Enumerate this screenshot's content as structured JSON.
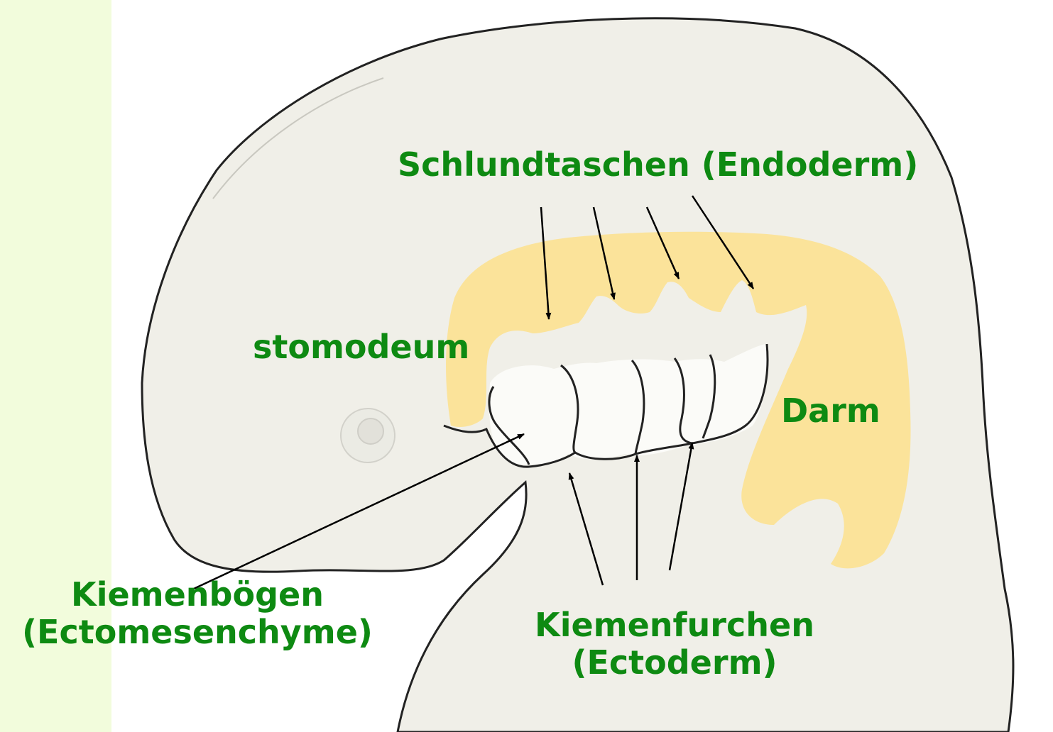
{
  "labels": {
    "schlundtaschen": "Schlundtaschen (Endoderm)",
    "stomodeum": "stomodeum",
    "darm": "Darm",
    "kiemenboegen_line1": "Kiemenbögen",
    "kiemenboegen_line2": "(Ectomesenchyme)",
    "kiemenfurchen_line1": "Kiemenfurchen",
    "kiemenfurchen_line2": "(Ectoderm)"
  },
  "colors": {
    "label_green": "#0e8a12",
    "side_strip": "#f2fcdc",
    "embryo_body": "#f0efe8",
    "endoderm_yellow": "#fbe39a",
    "outline": "#222222",
    "arrow": "#000000"
  }
}
